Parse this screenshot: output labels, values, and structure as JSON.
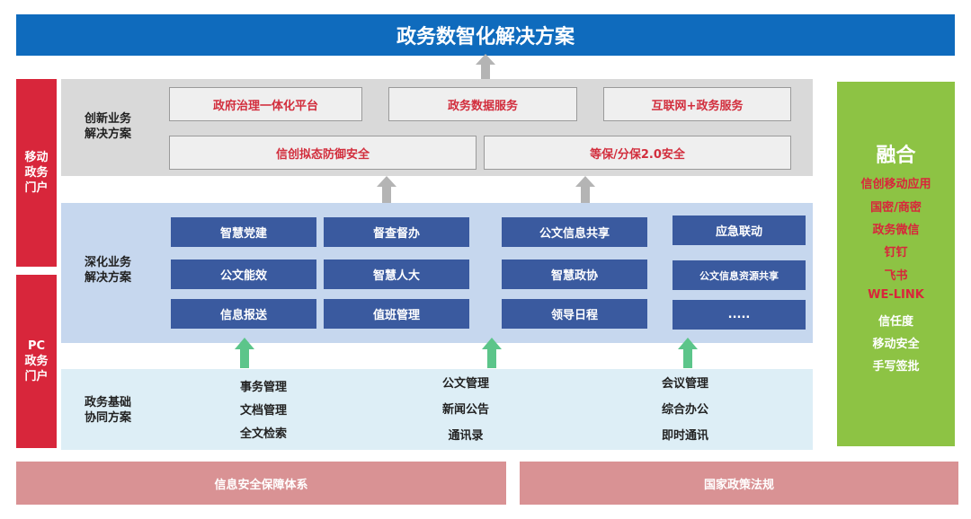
{
  "title": "政务数智化解决方案",
  "portals": {
    "mobile": [
      "移动",
      "政务",
      "门户"
    ],
    "pc": [
      "PC",
      "政务",
      "门户"
    ]
  },
  "innovation": {
    "label": [
      "创新业务",
      "解决方案"
    ],
    "row1": [
      "政府治理一体化平台",
      "政务数据服务",
      "互联网+政务服务"
    ],
    "row2": [
      "信创拟态防御安全",
      "等保/分保2.0安全"
    ]
  },
  "deepen": {
    "label": [
      "深化业务",
      "解决方案"
    ],
    "col1": [
      "智慧党建",
      "公文能效",
      "信息报送"
    ],
    "col2": [
      "督查督办",
      "智慧人大",
      "值班管理"
    ],
    "col3": [
      "公文信息共享",
      "智慧政协",
      "领导日程"
    ],
    "col4": [
      "应急联动",
      "公文信息资源共享",
      "....."
    ]
  },
  "basic": {
    "label": [
      "政务基础",
      "协同方案"
    ],
    "col1": [
      "事务管理",
      "文档管理",
      "全文检索"
    ],
    "col2": [
      "公文管理",
      "新闻公告",
      "通讯录"
    ],
    "col3": [
      "会议管理",
      "综合办公",
      "即时通讯"
    ]
  },
  "fusion": {
    "title": "融合",
    "items": [
      {
        "text": "信创移动应用",
        "color": "#d8263b"
      },
      {
        "text": "国密/商密",
        "color": "#d8263b"
      },
      {
        "text": "政务微信",
        "color": "#d8263b"
      },
      {
        "text": "钉钉",
        "color": "#d8263b"
      },
      {
        "text": "飞书",
        "color": "#d8263b"
      },
      {
        "text": "WE-LINK",
        "color": "#d8263b"
      },
      {
        "text": "信任度",
        "color": "#ffffff"
      },
      {
        "text": "移动安全",
        "color": "#ffffff"
      },
      {
        "text": "手写签批",
        "color": "#ffffff"
      }
    ]
  },
  "footer": {
    "left": "信息安全保障体系",
    "right": "国家政策法规"
  },
  "colors": {
    "banner": "#0f6bbd",
    "portal": "#d8263b",
    "fusion": "#8dc344",
    "footer": "#d99294",
    "deepen_box": "#3a5a9f",
    "arrow_green": "#5cc58a",
    "arrow_gray": "#b4b4b4"
  }
}
